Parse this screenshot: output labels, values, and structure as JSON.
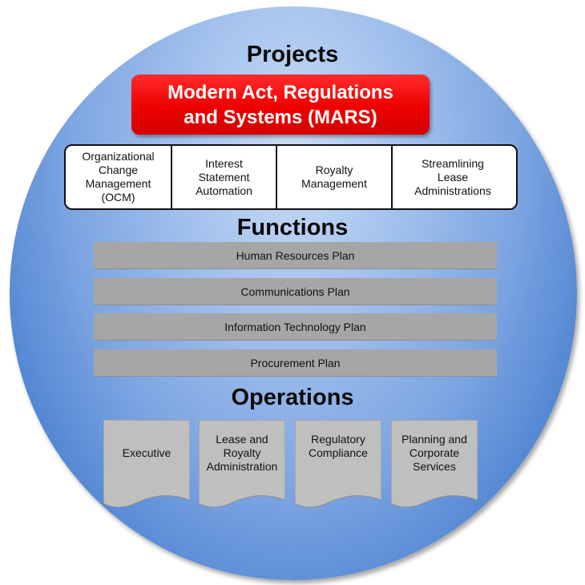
{
  "diagram": {
    "projects_title": "Projects",
    "mars_label": [
      "Modern Act, Regulations",
      "and Systems (MARS)"
    ],
    "projects": [
      [
        "Organizational",
        "Change",
        "Management",
        "(OCM)"
      ],
      [
        "Interest",
        "Statement",
        "Automation"
      ],
      [
        "Royalty",
        "Management"
      ],
      [
        "Streamlining",
        "Lease",
        "Administrations"
      ]
    ],
    "functions_title": "Functions",
    "functions": [
      "Human Resources Plan",
      "Communications Plan",
      "Information Technology Plan",
      "Procurement Plan"
    ],
    "operations_title": "Operations",
    "operations": [
      [
        "Executive"
      ],
      [
        "Lease and",
        "Royalty",
        "Administration"
      ],
      [
        "Regulatory",
        "Compliance"
      ],
      [
        "Planning and",
        "Corporate",
        "Services"
      ]
    ]
  },
  "colors": {
    "circle": "#5b8fd8",
    "mars_fill": "#ee0000",
    "function_fill": "#a6a6a6",
    "document_fill": "#bfbfbf"
  }
}
